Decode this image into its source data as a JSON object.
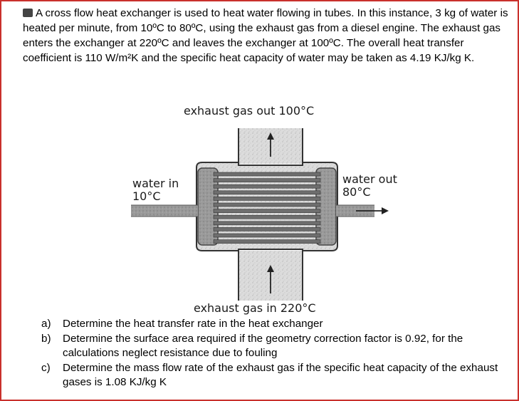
{
  "problem": {
    "text": "A cross flow heat exchanger is used to heat water flowing in tubes. In this instance, 3 kg of water is heated per minute, from 10ºC to 80ºC, using the exhaust gas from a diesel engine. The exhaust gas enters the exchanger at 220ºC and leaves the exchanger at 100ºC. The overall heat transfer coefficient is 110 W/m²K and the specific heat capacity of water may be taken as 4.19 KJ/kg K."
  },
  "diagram": {
    "gas_out_label": "exhaust gas out 100°C",
    "water_in_label_1": "water in",
    "water_in_label_2": "10°C",
    "water_out_label_1": "water out",
    "water_out_label_2": "80°C",
    "gas_in_label": "exhaust gas in 220°C"
  },
  "questions": [
    {
      "letter": "a)",
      "text": "Determine the heat transfer rate in the heat exchanger"
    },
    {
      "letter": "b)",
      "text": "Determine the surface area required if the geometry correction factor is 0.92, for the calculations neglect resistance due to fouling"
    },
    {
      "letter": "c)",
      "text": "Determine the mass flow rate of the exhaust gas if the specific heat capacity of the exhaust gases is 1.08 KJ/kg K"
    }
  ]
}
